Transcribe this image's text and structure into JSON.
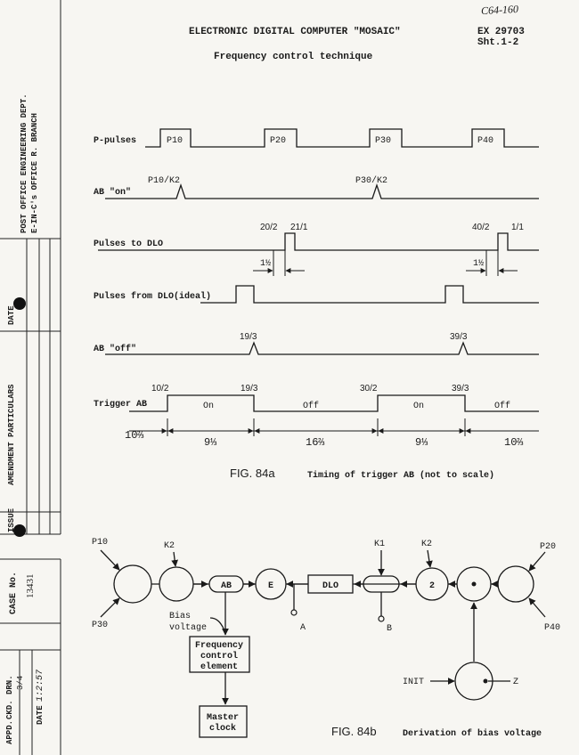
{
  "header": {
    "handwritten_ref": "C64-160",
    "title": "ELECTRONIC DIGITAL COMPUTER \"MOSAIC\"",
    "doc_number": "EX 29703",
    "sheet": "Sht.1-2",
    "subtitle": "Frequency control technique"
  },
  "margin": {
    "dept_line1": "POST OFFICE ENGINEERING DEPT.",
    "dept_line2": "E-IN-C's OFFICE R. BRANCH",
    "col_date": "DATE",
    "col_particulars": "AMENDMENT PARTICULARS",
    "col_issue": "ISSUE",
    "case_no_label": "CASE No.",
    "case_no_value": "13431",
    "drn_label": "DRN.",
    "drn_value": "3/4",
    "ckd_label": "CKD.",
    "appd_label": "APPD.",
    "date_label": "DATE",
    "date_value": "1:2:57"
  },
  "timing": {
    "traces": {
      "p_pulses": "P-pulses",
      "ab_on": "AB \"on\"",
      "pulses_to_dlo": "Pulses to DLO",
      "pulses_from_dlo": "Pulses from DLO(ideal)",
      "ab_off": "AB \"off\"",
      "trigger_ab": "Trigger AB"
    },
    "pulses": [
      "P10",
      "P20",
      "P30",
      "P40"
    ],
    "ab_on_marks": [
      "P10/K2",
      "P30/K2"
    ],
    "dlo_marks": [
      "20/2",
      "21/1",
      "40/2",
      "1/1"
    ],
    "offset_label": "1½",
    "ab_off_marks": [
      "19/3",
      "39/3"
    ],
    "trigger_marks": [
      "10/2",
      "19/3",
      "30/2",
      "39/3"
    ],
    "states": [
      "On",
      "Off",
      "On",
      "Off"
    ],
    "durations": [
      "9⅓",
      "16⅔",
      "9⅓",
      "10⅔"
    ],
    "left_duration": "10⅔",
    "caption_fig": "FIG. 84a",
    "caption_text": "Timing of trigger AB (not to scale)"
  },
  "derivation": {
    "inputs": {
      "p10": "P10",
      "p30": "P30",
      "k2_left": "K2",
      "k1": "K1",
      "k2_right": "K2",
      "p20": "P20",
      "p40": "P40",
      "init": "INIT",
      "z": "Z"
    },
    "nodes": {
      "ab": "AB",
      "e": "E",
      "dlo": "DLO",
      "two": "2"
    },
    "outputs": {
      "a": "A",
      "b": "B"
    },
    "bias_label_1": "Bias",
    "bias_label_2": "voltage",
    "fce_lines": [
      "Frequency",
      "control",
      "element"
    ],
    "clock_lines": [
      "Master",
      "clock"
    ],
    "caption_fig": "FIG. 84b",
    "caption_text": "Derivation of bias voltage"
  }
}
